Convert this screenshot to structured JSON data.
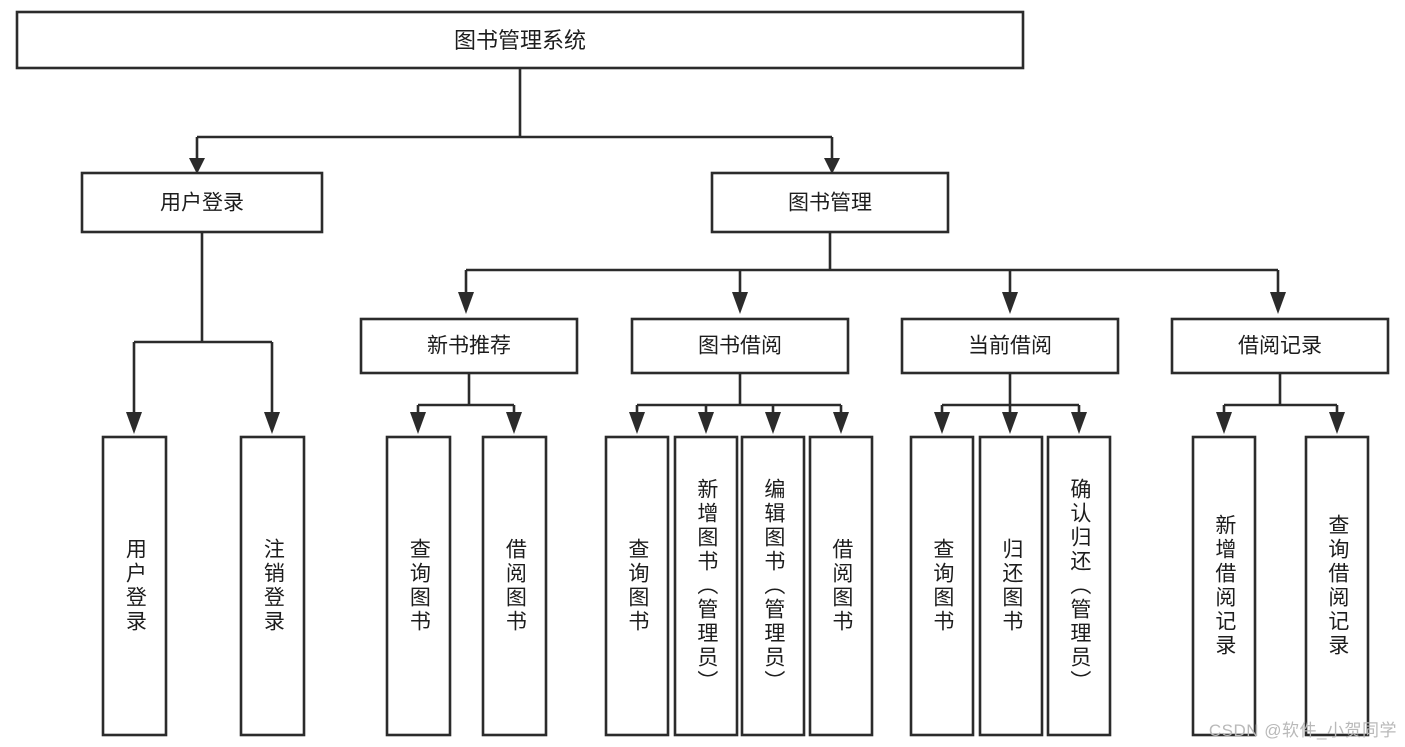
{
  "diagram": {
    "type": "tree-hierarchy-chart",
    "title": "图书管理系统",
    "background_color": "#ffffff",
    "line_color": "#2b2b2b",
    "text_color": "#1d1d1d",
    "root": {
      "label": "图书管理系统",
      "level": 1
    },
    "level2": [
      {
        "label": "用户登录"
      },
      {
        "label": "图书管理"
      }
    ],
    "level3": [
      {
        "label": "新书推荐"
      },
      {
        "label": "图书借阅"
      },
      {
        "label": "当前借阅"
      },
      {
        "label": "借阅记录"
      }
    ],
    "leaves": {
      "user_login": [
        {
          "label": "用户登录"
        },
        {
          "label": "注销登录"
        }
      ],
      "new_book_recommend": [
        {
          "label": "查询图书"
        },
        {
          "label": "借阅图书"
        }
      ],
      "book_borrow": [
        {
          "label": "查询图书"
        },
        {
          "label": "新增图书（管理员）"
        },
        {
          "label": "编辑图书（管理员）"
        },
        {
          "label": "借阅图书"
        }
      ],
      "current_borrow": [
        {
          "label": "查询图书"
        },
        {
          "label": "归还图书"
        },
        {
          "label": "确认归还（管理员）"
        }
      ],
      "borrow_record": [
        {
          "label": "新增借阅记录"
        },
        {
          "label": "查询借阅记录"
        }
      ]
    }
  },
  "watermark": {
    "text": "CSDN @软件_小贺同学"
  }
}
